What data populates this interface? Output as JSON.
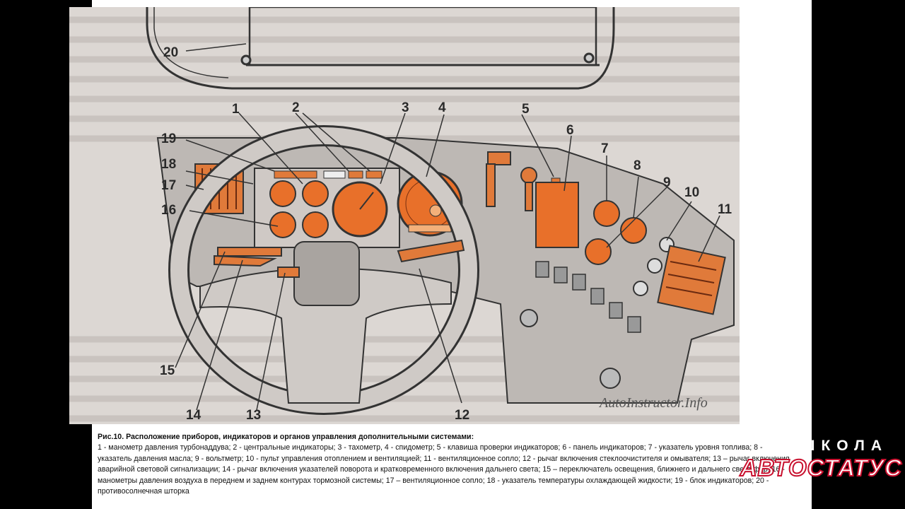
{
  "figure": {
    "labels": [
      "1",
      "2",
      "3",
      "4",
      "5",
      "6",
      "7",
      "8",
      "9",
      "10",
      "11",
      "12",
      "13",
      "14",
      "15",
      "16",
      "17",
      "18",
      "19",
      "20"
    ],
    "watermark": "AutoInstructor.Info"
  },
  "caption": {
    "title": "Рис.10. Расположение приборов, индикаторов и органов управления дополнительными системами:",
    "body": "1 - манометр давления турбонаддува; 2 - центральные индикаторы; 3 - тахометр, 4 - спидометр; 5 - клавиша проверки индикаторов; 6 - панель индикаторов; 7 - указатель уровня топлива; 8 - указатель давления масла; 9 - вольтметр; 10 - пульт управления отоплением и вентиляцией; 11 - вентиляционное сопло; 12 - рычаг включения стеклоочистителя и омывателя; 13 – рычаг включения аварийной световой сигнализации; 14 - рычаг включения указателей поворота и кратковременного включения дальнего света; 15 – переключатель освещения, ближнего и дальнего света фар; 16 - манометры давления воздуха в переднем и заднем контурах тормозной системы; 17 – вентиляционное сопло; 18 - указатель температуры охлаждающей жидкости; 19 - блок индикаторов; 20 - противосолнечная шторка"
  },
  "logo": {
    "top": "ШКОЛА",
    "brand": "АВТОСТАТУС"
  }
}
